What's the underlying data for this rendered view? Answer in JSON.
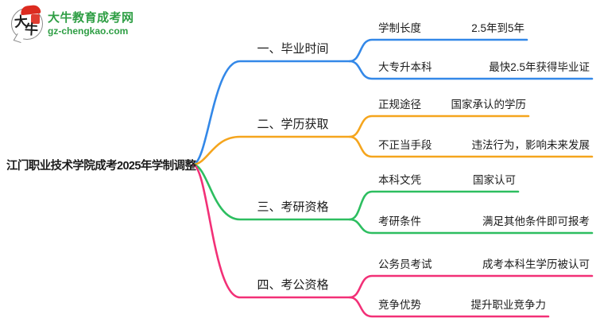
{
  "logo": {
    "icon_char_1": "大",
    "icon_char_2": "牛",
    "site_name": "大牛教育成考网",
    "domain": "gz-chengkao.com",
    "brand_green": "#2E9E44",
    "brand_red": "#DC2B20"
  },
  "root": {
    "title": "江门职业技术学院成考2025年学制调整"
  },
  "branches": [
    {
      "label": "一、毕业时间",
      "color": "#3388E8",
      "children": [
        {
          "key": "学制长度",
          "value": "2.5年到5年"
        },
        {
          "key": "大专升本科",
          "value": "最快2.5年获得毕业证"
        }
      ]
    },
    {
      "label": "二、学历获取",
      "color": "#F5A51D",
      "children": [
        {
          "key": "正规途径",
          "value": "国家承认的学历"
        },
        {
          "key": "不正当手段",
          "value": "违法行为，影响未来发展"
        }
      ]
    },
    {
      "label": "三、考研资格",
      "color": "#2DBE60",
      "children": [
        {
          "key": "本科文凭",
          "value": "国家认可"
        },
        {
          "key": "考研条件",
          "value": "满足其他条件即可报考"
        }
      ]
    },
    {
      "label": "四、考公资格",
      "color": "#F23077",
      "children": [
        {
          "key": "公务员考试",
          "value": "成考本科生学历被认可"
        },
        {
          "key": "竞争优势",
          "value": "提升职业竞争力"
        }
      ]
    }
  ]
}
